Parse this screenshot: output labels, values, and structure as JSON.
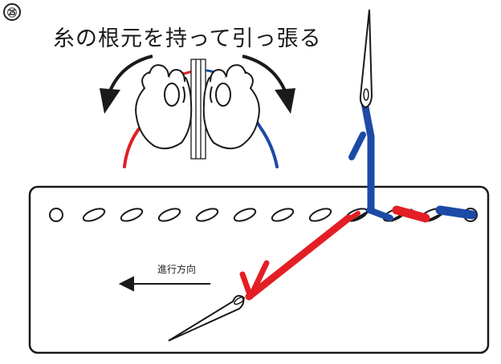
{
  "step_number": "㉕",
  "instruction": "糸の根元を持って引っ張る",
  "direction_label": "進行方向",
  "colors": {
    "red_thread": "#e31e24",
    "blue_thread": "#1c4aa6",
    "outline": "#1a1a1a"
  },
  "icons": [
    "hand-icon",
    "needle-icon",
    "curved-arrow-icon",
    "direction-arrow-icon",
    "ruler-icon"
  ]
}
